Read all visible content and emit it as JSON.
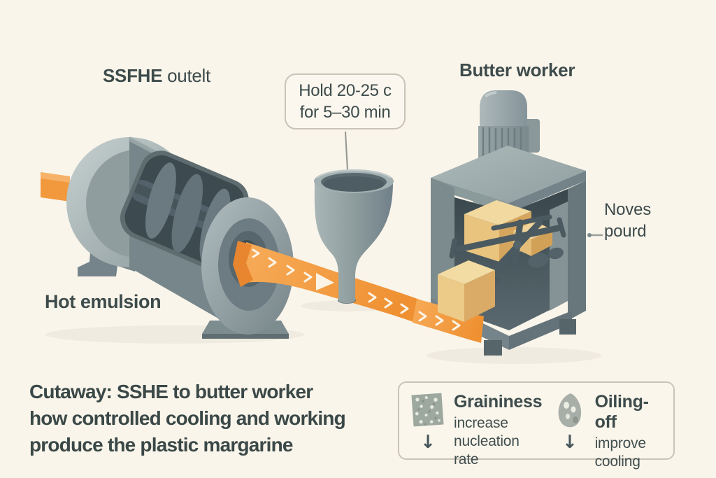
{
  "labels": {
    "sshe_outlet_bold": "SSFHE",
    "sshe_outlet_rest": "outelt",
    "butter_worker": "Butter worker",
    "hot_emulsion": "Hot emulsion",
    "side_note_line1": "Noves",
    "side_note_line2": "pourd"
  },
  "hold_box": {
    "line1": "Hold 20-25 c",
    "line2": "for 5–30 min"
  },
  "caption": {
    "line1": "Cutaway: SSHE to butter worker",
    "line2": "how controlled cooling and working",
    "line3": "produce the plastic margarine"
  },
  "legend": {
    "items": [
      {
        "icon": "graininess-swatch",
        "title": "Graininess",
        "line1": "increase",
        "line2": "nucleation rate",
        "arrow": "↓"
      },
      {
        "icon": "oiling-off-drop",
        "title": "Oiling-off",
        "line1": "improve",
        "line2": "cooling",
        "arrow": "↓"
      }
    ]
  },
  "colors": {
    "background": "#faf5eb",
    "text": "#3d4b4b",
    "box_border": "#c9c4b8",
    "machine_mid": "#7e8e8f",
    "machine_light": "#a9b6b7",
    "machine_dark": "#47555b",
    "butter": "#e9c987",
    "flow_orange": "#f2993d"
  }
}
